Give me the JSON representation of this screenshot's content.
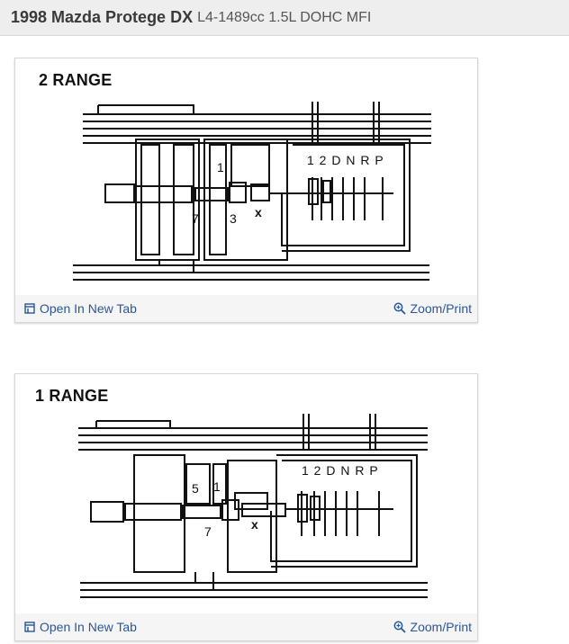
{
  "header": {
    "title": "1998 Mazda Protege DX",
    "engine": "L4-1489cc 1.5L DOHC MFI"
  },
  "diagrams": [
    {
      "title": "2 RANGE",
      "labels": {
        "one": "1",
        "seven": "7",
        "three": "3",
        "x": "x",
        "positions": "1 2 D N R  P"
      },
      "open_tab": "Open In New Tab",
      "zoom": "Zoom/Print"
    },
    {
      "title": "1 RANGE",
      "labels": {
        "five": "5",
        "one": "1",
        "seven": "7",
        "x": "x",
        "positions": "1 2 D N R  P"
      },
      "open_tab": "Open In New Tab",
      "zoom": "Zoom/Print"
    }
  ],
  "colors": {
    "link": "#2b5797",
    "header_bg": "#eeeeee",
    "footer_bg": "#f5f5f5"
  },
  "icons": {
    "open_tab": "open-in-new-tab-icon",
    "zoom": "zoom-icon"
  }
}
